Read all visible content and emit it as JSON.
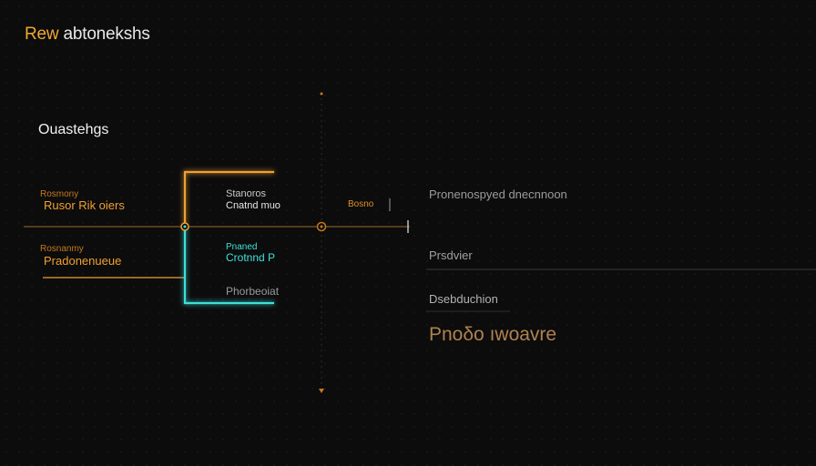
{
  "header": {
    "title_accent": "Rew",
    "title_rest": " abtonekshs"
  },
  "section_title": "Ouastehgs",
  "inputs": [
    {
      "heading": "Rosmony",
      "label": "Rusor Rik oiers"
    },
    {
      "heading": "Rosnanmy",
      "label": "Pradonenueue"
    }
  ],
  "branches": [
    {
      "heading": "Stanoros",
      "label": "Cnatnd muo"
    },
    {
      "heading": "Pnaned",
      "label": "Crotnnd P"
    },
    {
      "heading": "",
      "label": "Phorbeoiat"
    }
  ],
  "mid_label": "Bosno",
  "outputs": [
    "Pronenospyed dnecnnoon",
    "Prsdvier",
    "Dsebduchion",
    "Pnoδo ıwoavre"
  ],
  "colors": {
    "orange": "#f0a030",
    "cyan": "#3ee0d8",
    "background": "#0c0c0c"
  }
}
